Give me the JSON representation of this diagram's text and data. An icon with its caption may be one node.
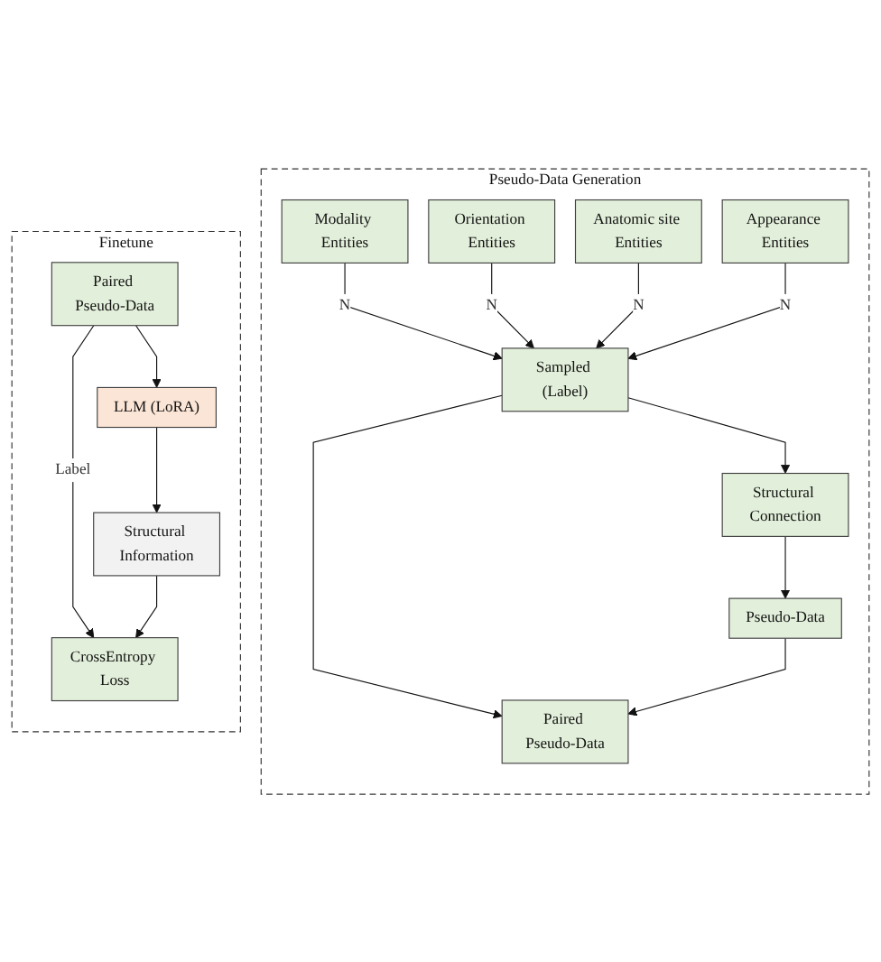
{
  "diagram": {
    "nodes": [
      {
        "text": [
          "Pseudo-Data Generation"
        ]
      },
      {
        "text": [
          "Modality Entities"
        ],
        "in": 0
      },
      {
        "text": [
          "Orientation Entities"
        ],
        "in": 0
      },
      {
        "text": [
          "Anatomic site Entities"
        ],
        "in": 0
      },
      {
        "text": [
          "Appearance Entities"
        ],
        "in": 0
      },
      {
        "text": [
          "Sampled (Label)"
        ],
        "in": 0
      },
      {
        "text": [
          "Structural Connection"
        ],
        "in": 0
      },
      {
        "text": [
          "Pseudo-Data"
        ],
        "in": 0
      },
      {
        "text": [
          "Paired Pseudo-Data"
        ],
        "in": 0
      },
      {
        "text": [
          "Finetune"
        ]
      },
      {
        "text": [
          "Paired Pseudo-Data"
        ],
        "in": 9
      },
      {
        "text": [
          "LLM (LoRA)"
        ],
        "in": 9
      },
      {
        "text": [
          "Structural Information"
        ],
        "in": 9
      },
      {
        "text": [
          "CrossEntropy Loss"
        ],
        "in": 9
      }
    ],
    "edges": [
      {
        "from": 1,
        "to": 5,
        "arrow": "to",
        "label": "N"
      },
      {
        "from": 2,
        "to": 5,
        "arrow": "to",
        "label": "N"
      },
      {
        "from": 3,
        "to": 5,
        "arrow": "to",
        "label": "N"
      },
      {
        "from": 4,
        "to": 5,
        "arrow": "to",
        "label": "N"
      },
      {
        "from": 5,
        "to": 6,
        "arrow": "to"
      },
      {
        "from": 6,
        "to": 7,
        "arrow": "to"
      },
      {
        "from": 5,
        "to": 8,
        "arrow": "to"
      },
      {
        "from": 7,
        "to": 8,
        "arrow": "to"
      },
      {
        "from": 10,
        "to": 11,
        "arrow": "to"
      },
      {
        "from": 11,
        "to": 12,
        "arrow": "to"
      },
      {
        "from": 10,
        "to": 13,
        "arrow": "to",
        "label": "Label"
      },
      {
        "from": 12,
        "to": 13,
        "arrow": "to"
      }
    ]
  }
}
